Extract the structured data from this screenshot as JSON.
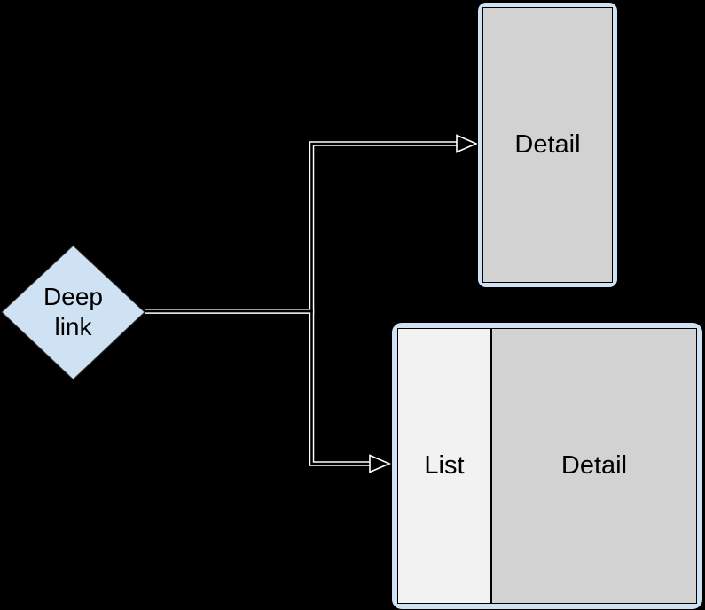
{
  "colors": {
    "background": "#000000",
    "shape_blue": "#cfe2f3",
    "screen_gray": "#d2d2d2",
    "list_gray": "#f2f2f2",
    "connector_core": "#000000",
    "connector_casing": "#ffffff",
    "text": "#000000"
  },
  "decision": {
    "label": "Deep\nlink"
  },
  "detail_window": {
    "label": "Detail"
  },
  "list_detail_window": {
    "list_label": "List",
    "detail_label": "Detail"
  }
}
